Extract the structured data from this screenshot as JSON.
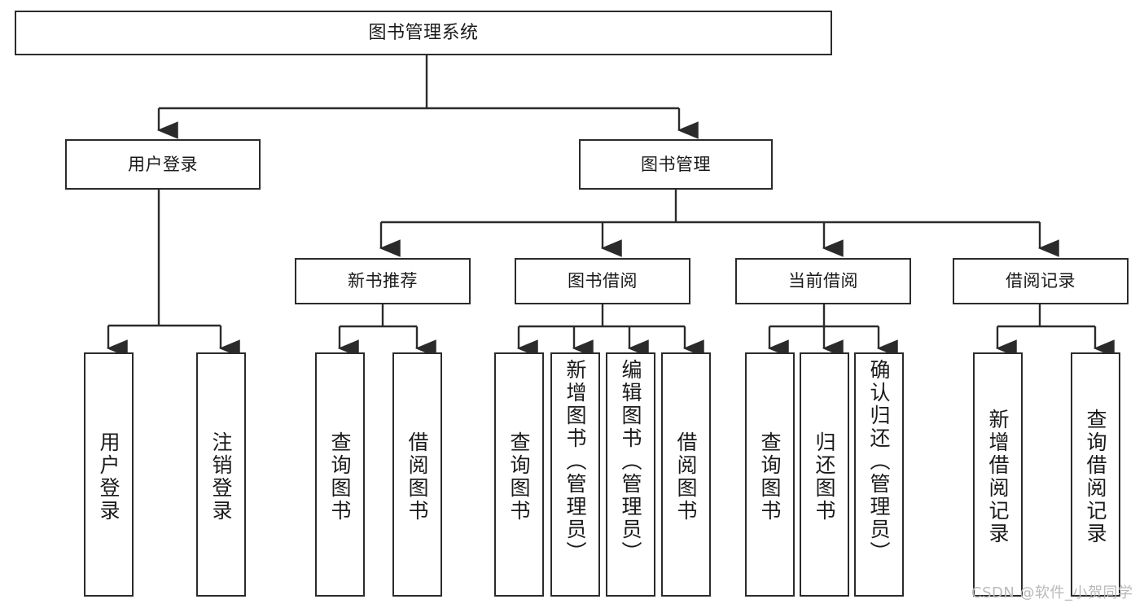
{
  "diagram": {
    "type": "tree-structure-chart",
    "title": "图书管理系统",
    "colors": {
      "background": "#ffffff",
      "box_border": "#2b2b2b",
      "box_fill": "#ffffff",
      "text": "#1a1a1a",
      "connector": "#2b2b2b",
      "watermark": "#b9b9b9"
    },
    "nodes": {
      "root": "图书管理系统",
      "level2": {
        "user_login": "用户登录",
        "book_manage": "图书管理"
      },
      "level3": {
        "new_book_rec": "新书推荐",
        "book_borrow": "图书借阅",
        "current_borrow": "当前借阅",
        "borrow_record": "借阅记录"
      },
      "leaves": {
        "user_login_1": "用户登录",
        "user_login_2": "注销登录",
        "new_book_rec_1": "查询图书",
        "new_book_rec_2": "借阅图书",
        "book_borrow_1": "查询图书",
        "book_borrow_2": "新增图书（管理员）",
        "book_borrow_3": "编辑图书（管理员）",
        "book_borrow_4": "借阅图书",
        "current_borrow_1": "查询图书",
        "current_borrow_2": "归还图书",
        "current_borrow_3": "确认归还（管理员）",
        "borrow_record_1": "新增借阅记录",
        "borrow_record_2": "查询借阅记录"
      }
    },
    "watermark": "CSDN @软件_小贺同学"
  }
}
